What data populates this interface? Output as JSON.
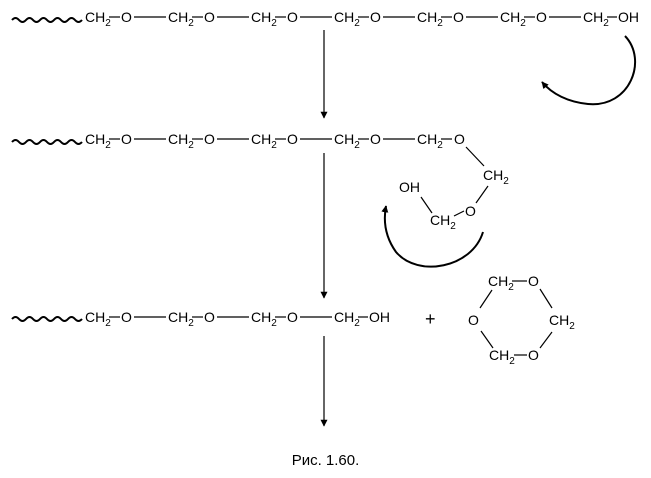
{
  "labels": {
    "ch2": "CH",
    "sub2": "2",
    "o": "O",
    "oh": "OH",
    "plus": "+"
  },
  "caption": "Рис. 1.60."
}
